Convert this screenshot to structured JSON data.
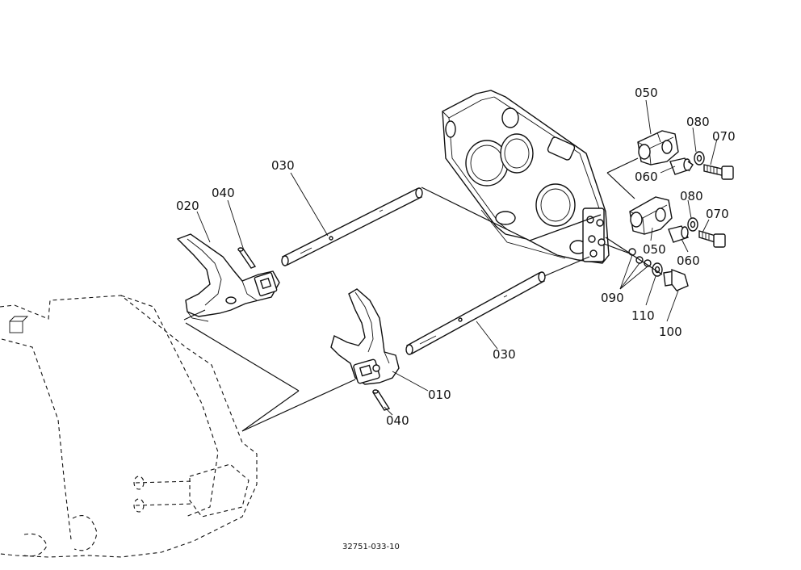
{
  "diagram": {
    "labels": {
      "l050a": "050",
      "l080a": "080",
      "l070a": "070",
      "l060a": "060",
      "l080b": "080",
      "l070b": "070",
      "l050b": "050",
      "l060b": "060",
      "l090": "090",
      "l110": "110",
      "l100": "100",
      "l030a": "030",
      "l040a": "040",
      "l020": "020",
      "l030b": "030",
      "l010": "010",
      "l040b": "040"
    },
    "drawing_code": "32751-033-10"
  }
}
